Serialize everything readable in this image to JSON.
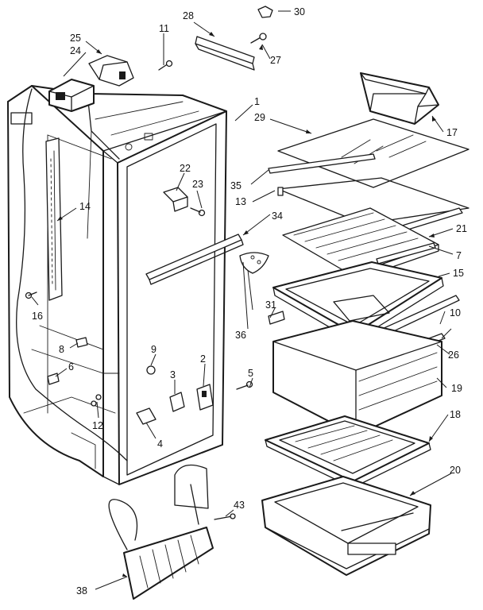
{
  "callouts": [
    {
      "id": "c1",
      "text": "1"
    },
    {
      "id": "c2",
      "text": "2"
    },
    {
      "id": "c3",
      "text": "3"
    },
    {
      "id": "c4",
      "text": "4"
    },
    {
      "id": "c5",
      "text": "5"
    },
    {
      "id": "c6",
      "text": "6"
    },
    {
      "id": "c7",
      "text": "7"
    },
    {
      "id": "c8",
      "text": "8"
    },
    {
      "id": "c9",
      "text": "9"
    },
    {
      "id": "c10",
      "text": "10"
    },
    {
      "id": "c11",
      "text": "11"
    },
    {
      "id": "c12",
      "text": "12"
    },
    {
      "id": "c13",
      "text": "13"
    },
    {
      "id": "c14",
      "text": "14"
    },
    {
      "id": "c15",
      "text": "15"
    },
    {
      "id": "c16",
      "text": "16"
    },
    {
      "id": "c17",
      "text": "17"
    },
    {
      "id": "c18",
      "text": "18"
    },
    {
      "id": "c19",
      "text": "19"
    },
    {
      "id": "c20",
      "text": "20"
    },
    {
      "id": "c21",
      "text": "21"
    },
    {
      "id": "c22",
      "text": "22"
    },
    {
      "id": "c23",
      "text": "23"
    },
    {
      "id": "c24",
      "text": "24"
    },
    {
      "id": "c25",
      "text": "25"
    },
    {
      "id": "c26",
      "text": "26"
    },
    {
      "id": "c27",
      "text": "27"
    },
    {
      "id": "c28",
      "text": "28"
    },
    {
      "id": "c29",
      "text": "29"
    },
    {
      "id": "c30",
      "text": "30"
    },
    {
      "id": "c31",
      "text": "31"
    },
    {
      "id": "c34",
      "text": "34"
    },
    {
      "id": "c35",
      "text": "35"
    },
    {
      "id": "c36",
      "text": "36"
    },
    {
      "id": "c38",
      "text": "38"
    },
    {
      "id": "c43",
      "text": "43"
    }
  ]
}
